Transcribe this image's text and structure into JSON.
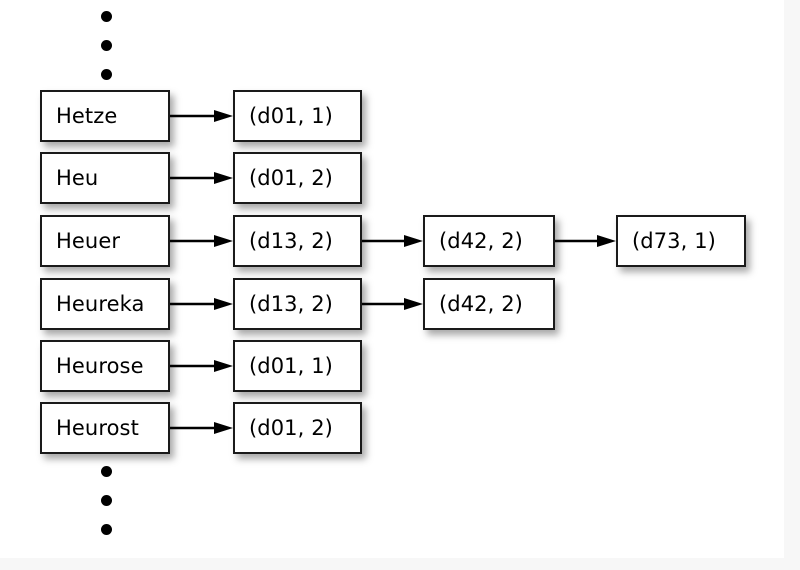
{
  "diagram": {
    "title": "inverted-index-posting-list-diagram",
    "background_color": "#ffffff",
    "page_background_color": "#f7f7f7",
    "node_border_color": "#1a1a1a",
    "ellipsis_top": {
      "name": "vertical-ellipsis",
      "dots": 3
    },
    "ellipsis_bottom": {
      "name": "vertical-ellipsis",
      "dots": 3
    },
    "columns": {
      "terms": {
        "name": "dictionary-terms-column",
        "nodes": [
          {
            "label": "Hetze"
          },
          {
            "label": "Heu"
          },
          {
            "label": "Heuer"
          },
          {
            "label": "Heureka"
          },
          {
            "label": "Heurose"
          },
          {
            "label": "Heurost"
          }
        ]
      },
      "postings": {
        "name": "posting-entries-column",
        "nodes": [
          {
            "label": "(d01, 1)"
          },
          {
            "label": "(d01, 2)"
          },
          {
            "label": "(d13, 2)"
          },
          {
            "label": "(d13, 2)"
          },
          {
            "label": "(d01, 1)"
          },
          {
            "label": "(d01, 2)"
          }
        ]
      },
      "merged": {
        "name": "second-posting-column",
        "nodes": [
          {
            "label": "(d42, 2)"
          },
          {
            "label": "(d42, 2)"
          }
        ]
      },
      "final": {
        "name": "third-posting-column",
        "nodes": [
          {
            "label": "(d73, 1)"
          }
        ]
      }
    },
    "edges": [
      {
        "name": "edge-hetze-to-d01-1",
        "from": "Hetze",
        "to": "(d01, 1)"
      },
      {
        "name": "edge-heu-to-d01-2",
        "from": "Heu",
        "to": "(d01, 2)"
      },
      {
        "name": "edge-heuer-to-d13-2",
        "from": "Heuer",
        "to": "(d13, 2)"
      },
      {
        "name": "edge-heureka-to-d13-2",
        "from": "Heureka",
        "to": "(d13, 2)"
      },
      {
        "name": "edge-heurose-to-d01-1",
        "from": "Heurose",
        "to": "(d01, 1)"
      },
      {
        "name": "edge-heurost-to-d01-2",
        "from": "Heurost",
        "to": "(d01, 2)"
      },
      {
        "name": "edge-d13-2-to-d42-2-a",
        "from": "(d13, 2)",
        "to": "(d42, 2)"
      },
      {
        "name": "edge-d13-2-to-d42-2-b",
        "from": "(d13, 2)",
        "to": "(d42, 2)"
      },
      {
        "name": "edge-d42-2-to-d73-1",
        "from": "(d42, 2)",
        "to": "(d73, 1)"
      }
    ]
  }
}
